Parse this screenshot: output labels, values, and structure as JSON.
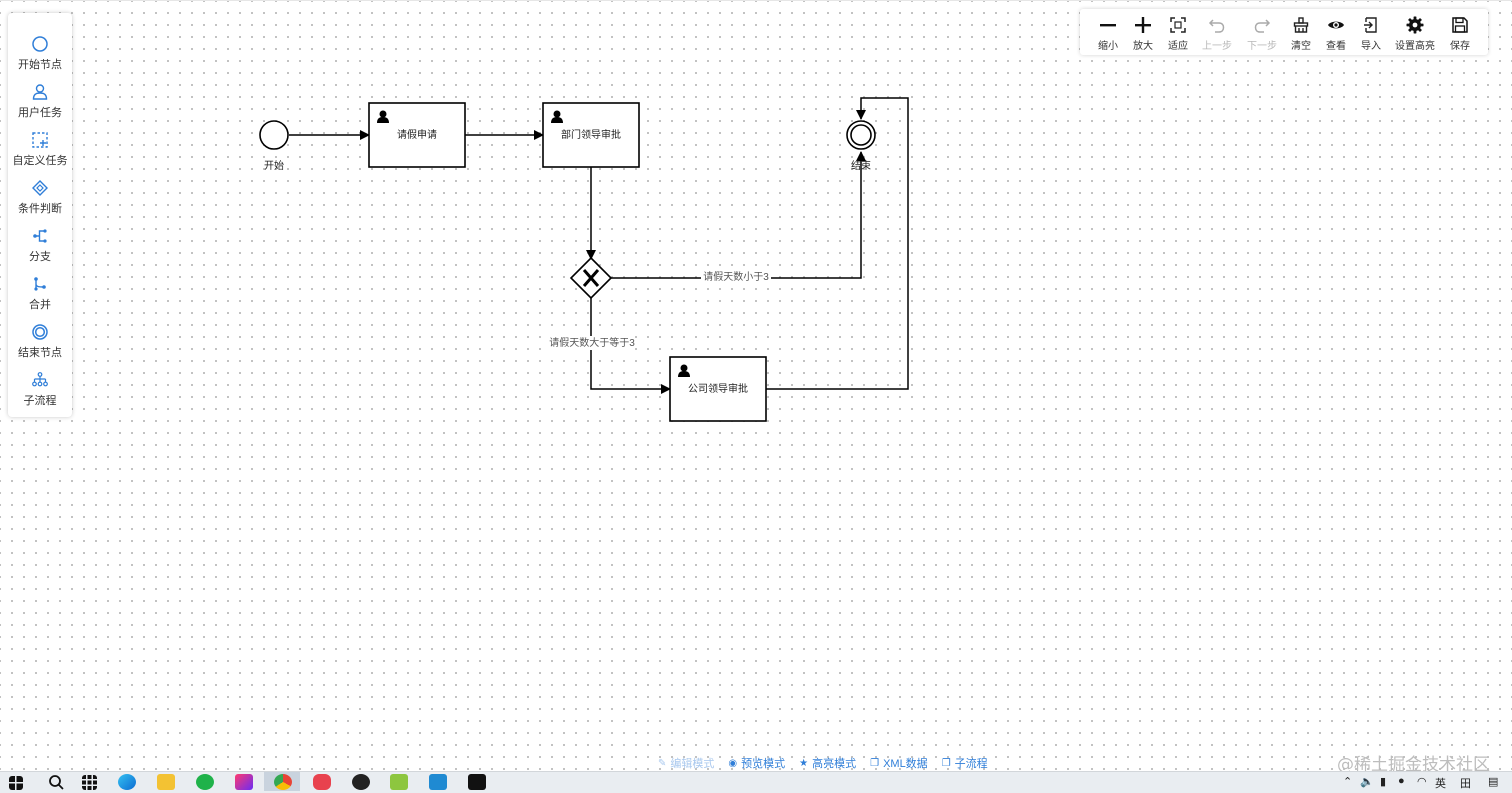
{
  "palette": {
    "items": [
      {
        "label": "开始节点",
        "icon": "start-circle-icon"
      },
      {
        "label": "用户任务",
        "icon": "user-icon"
      },
      {
        "label": "自定义任务",
        "icon": "dashed-square-plus-icon"
      },
      {
        "label": "条件判断",
        "icon": "diamond-icon"
      },
      {
        "label": "分支",
        "icon": "fork-icon"
      },
      {
        "label": "合并",
        "icon": "merge-icon"
      },
      {
        "label": "结束节点",
        "icon": "end-circle-icon"
      },
      {
        "label": "子流程",
        "icon": "hierarchy-icon"
      }
    ]
  },
  "toolbar": {
    "buttons": [
      {
        "label": "缩小",
        "icon": "minus-icon",
        "enabled": true
      },
      {
        "label": "放大",
        "icon": "plus-icon",
        "enabled": true
      },
      {
        "label": "适应",
        "icon": "fit-icon",
        "enabled": true
      },
      {
        "label": "上一步",
        "icon": "undo-icon",
        "enabled": false
      },
      {
        "label": "下一步",
        "icon": "redo-icon",
        "enabled": false
      },
      {
        "label": "清空",
        "icon": "clear-icon",
        "enabled": true
      },
      {
        "label": "查看",
        "icon": "eye-icon",
        "enabled": true
      },
      {
        "label": "导入",
        "icon": "import-icon",
        "enabled": true
      },
      {
        "label": "设置高亮",
        "icon": "gear-icon",
        "enabled": true
      },
      {
        "label": "保存",
        "icon": "save-icon",
        "enabled": true
      }
    ]
  },
  "diagram": {
    "start_label": "开始",
    "task_leave_apply": "请假申请",
    "task_dept_approve": "部门领导审批",
    "task_company_approve": "公司领导审批",
    "end_label": "结束",
    "edge_lt3": "请假天数小于3",
    "edge_gte3": "请假天数大于等于3"
  },
  "modebar": {
    "items": [
      {
        "label": "编辑模式",
        "icon": "edit-icon",
        "enabled": false
      },
      {
        "label": "预览模式",
        "icon": "eye-icon",
        "enabled": true
      },
      {
        "label": "高亮模式",
        "icon": "star-icon",
        "enabled": true
      },
      {
        "label": "XML数据",
        "icon": "copy-icon",
        "enabled": true
      },
      {
        "label": "子流程",
        "icon": "copy-icon",
        "enabled": true
      }
    ]
  },
  "watermark": "@稀土掘金技术社区",
  "taskbar": {
    "tray": {
      "ime": "英",
      "ime_mode": "田"
    }
  }
}
